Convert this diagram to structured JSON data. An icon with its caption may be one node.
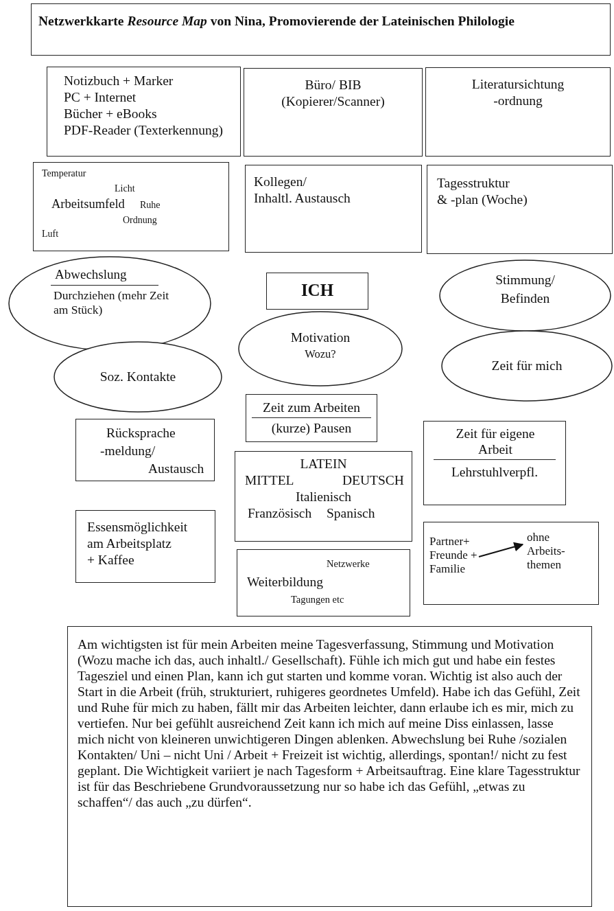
{
  "diagram": {
    "title": "Netzwerkkarte *Resource Map* von Nina, Promovierende der Lateinischen Philologie",
    "nodes": [
      {
        "text": [
          "Notizbuch + Marker",
          "PC + Internet",
          "Bücher + eBooks",
          "PDF-Reader (Texterkennung)"
        ]
      },
      {
        "text": [
          "Büro/ BIB",
          "(Kopierer/Scanner)"
        ]
      },
      {
        "text": [
          "Literatursichtung",
          "-ordnung"
        ]
      },
      {
        "text": [
          "Temperatur",
          "Licht",
          "Arbeitsumfeld",
          "Ruhe",
          "Ordnung",
          "Luft"
        ]
      },
      {
        "text": [
          "Kollegen/",
          "Inhaltl. Austausch"
        ]
      },
      {
        "text": [
          "Tagesstruktur",
          "& -plan (Woche)"
        ]
      },
      {
        "text": [
          "Abwechslung",
          "Durchziehen (mehr Zeit am Stück)"
        ]
      },
      {
        "text": [
          "ICH"
        ]
      },
      {
        "text": [
          "Stimmung/",
          "Befinden"
        ]
      },
      {
        "text": [
          "Motivation",
          "Wozu?"
        ]
      },
      {
        "text": [
          "Soz. Kontakte"
        ]
      },
      {
        "text": [
          "Zeit für mich"
        ]
      },
      {
        "text": [
          "Zeit zum Arbeiten",
          "(kurze) Pausen"
        ]
      },
      {
        "text": [
          "Rücksprache",
          "-meldung/",
          "Austausch"
        ]
      },
      {
        "text": [
          "LATEIN",
          "MITTEL",
          "DEUTSCH",
          "Italienisch",
          "Französisch",
          "Spanisch"
        ]
      },
      {
        "text": [
          "Zeit für eigene Arbeit",
          "Lehrstuhlverpfl."
        ]
      },
      {
        "text": [
          "Essensmöglichkeit",
          "am Arbeitsplatz",
          "+ Kaffee"
        ]
      },
      {
        "text": [
          "Netzwerke",
          "Weiterbildung",
          "Tagungen etc"
        ]
      },
      {
        "text": [],
        "shape": "box"
      },
      {
        "text": [
          "Partner+ Freunde + Familie"
        ],
        "in": 18
      },
      {
        "text": [
          "ohne Arbeits- themen"
        ],
        "in": 18
      },
      {
        "text": [
          "Am wichtigsten ist für mein Arbeiten meine Tagesverfassung, Stimmung und Motivation (Wozu mache ich das, auch inhaltl./ Gesellschaft). Fühle ich mich gut und habe ein festes Tagesziel und einen Plan, kann ich gut starten und komme voran. Wichtig ist also auch der Start in die Arbeit (früh, strukturiert, ruhigeres geordnetes Umfeld). Habe ich das Gefühl, Zeit und Ruhe für mich zu haben, fällt mir das Arbeiten leichter, dann erlaube ich es mir, mich zu vertiefen. Nur bei gefühlt ausreichend Zeit kann ich mich auf meine Diss einlassen, lasse mich nicht von kleineren unwichtigeren Dingen ablenken. Abwechslung bei Ruhe /sozialen Kontakten/ Uni – nicht Uni / Arbeit + Freizeit ist wichtig, allerdings, spontan!/ nicht zu fest geplant. Die Wichtigkeit variiert je nach Tagesform + Arbeitsauftrag. Eine klare Tagesstruktur ist für das Beschriebene Grundvoraussetzung nur so habe ich das Gefühl, „etwas zu schaffen“/ das auch „zu dürfen“."
        ]
      }
    ],
    "edges": [
      {
        "from": 19,
        "to": 20,
        "arrow": "to"
      }
    ]
  }
}
